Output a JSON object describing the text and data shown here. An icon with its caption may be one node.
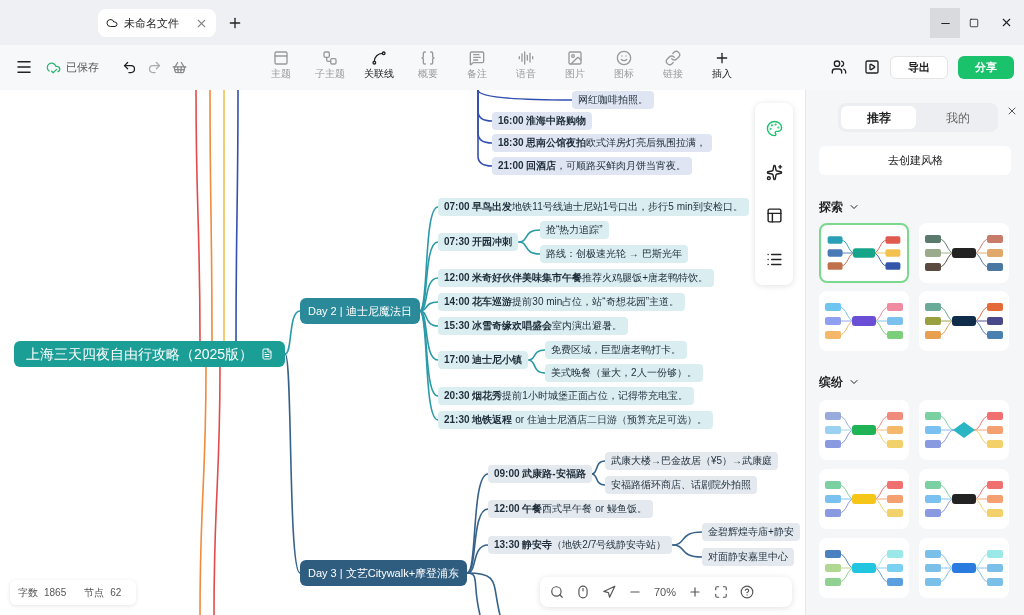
{
  "diagram": {
    "nodes": [
      {
        "text": [
          "上海三天四夜自由行攻略（2025版）"
        ]
      },
      {
        "text": [
          "Day 2 | 迪士尼魔法日"
        ]
      },
      {
        "text": [
          "**07:00 早鸟出发**地铁11号线迪士尼站1号口出，步行5 min到安检口。"
        ]
      },
      {
        "text": [
          "07:30 开园冲刺"
        ]
      },
      {
        "text": [
          "抢“热力追踪”"
        ]
      },
      {
        "text": [
          "路线：创极速光轮 → 巴斯光年"
        ]
      },
      {
        "text": [
          "**12:00 米奇好伙伴美味集市午餐**推荐火鸡腿饭+唐老鸭特饮。"
        ]
      },
      {
        "text": [
          "**14:00 花车巡游**提前30 min占位，站“奇想花园”主道。"
        ]
      },
      {
        "text": [
          "**15:30 冰雪奇缘欢唱盛会**室内演出避暑。"
        ]
      },
      {
        "text": [
          "17:00 迪士尼小镇"
        ]
      },
      {
        "text": [
          "免费区域，巨型唐老鸭打卡。"
        ]
      },
      {
        "text": [
          "美式晚餐（量大，2人一份够）。"
        ]
      },
      {
        "text": [
          "**20:30 烟花秀**提前1小时城堡正面占位，记得带充电宝。"
        ]
      },
      {
        "text": [
          "**21:30 地铁返程** or 住迪士尼酒店二日游（预算充足可选）。"
        ]
      },
      {
        "text": [
          "Day 3 | 文艺Citywalk+摩登浦东"
        ]
      },
      {
        "text": [
          "09:00 武康路-安福路"
        ]
      },
      {
        "text": [
          "武康大楼→巴金故居（¥5）→武康庭"
        ]
      },
      {
        "text": [
          "安福路循环商店、话剧院外拍照"
        ]
      },
      {
        "text": [
          "**12:00 午餐**西式早午餐 or 鳗鱼饭。"
        ]
      },
      {
        "text": [
          "**13:30 静安寺**（地铁2/7号线静安寺站）"
        ]
      },
      {
        "text": [
          "金碧辉煌寺庙+静安"
        ]
      },
      {
        "text": [
          "对面静安嘉里中心"
        ]
      },
      {
        "text": [
          "网红咖啡拍照。"
        ]
      },
      {
        "text": [
          "16:00 淮海中路购物"
        ]
      },
      {
        "text": [
          "**18:30 思南公馆夜拍**欧式洋房灯亮后氛围拉满，"
        ]
      },
      {
        "text": [
          "**21:00 回酒店**，可顺路买鲜肉月饼当宵夜。"
        ]
      }
    ],
    "edges": [
      {
        "from": 0,
        "to": 1,
        "arrow": "none",
        "color": "#2a9aa8"
      },
      {
        "from": 1,
        "to": 2,
        "arrow": "none",
        "color": "#2a9aa8"
      },
      {
        "from": 1,
        "to": 3,
        "arrow": "none",
        "color": "#2a9aa8"
      },
      {
        "from": 3,
        "to": 4,
        "arrow": "none",
        "color": "#2a9aa8"
      },
      {
        "from": 3,
        "to": 5,
        "arrow": "none",
        "color": "#2a9aa8"
      },
      {
        "from": 1,
        "to": 6,
        "arrow": "none",
        "color": "#2a9aa8"
      },
      {
        "from": 1,
        "to": 7,
        "arrow": "none",
        "color": "#2a9aa8"
      },
      {
        "from": 1,
        "to": 8,
        "arrow": "none",
        "color": "#2a9aa8"
      },
      {
        "from": 1,
        "to": 9,
        "arrow": "none",
        "color": "#2a9aa8"
      },
      {
        "from": 9,
        "to": 10,
        "arrow": "none",
        "color": "#2a9aa8"
      },
      {
        "from": 9,
        "to": 11,
        "arrow": "none",
        "color": "#2a9aa8"
      },
      {
        "from": 1,
        "to": 12,
        "arrow": "none",
        "color": "#2a9aa8"
      },
      {
        "from": 1,
        "to": 13,
        "arrow": "none",
        "color": "#2a9aa8"
      },
      {
        "from": 0,
        "to": 14,
        "arrow": "none",
        "color": "#36628a"
      },
      {
        "from": 14,
        "to": 15,
        "arrow": "none",
        "color": "#36628a"
      },
      {
        "from": 15,
        "to": 16,
        "arrow": "none",
        "color": "#36628a"
      },
      {
        "from": 15,
        "to": 17,
        "arrow": "none",
        "color": "#36628a"
      },
      {
        "from": 14,
        "to": 18,
        "arrow": "none",
        "color": "#36628a"
      },
      {
        "from": 14,
        "to": 19,
        "arrow": "none",
        "color": "#36628a"
      },
      {
        "from": 19,
        "to": 20,
        "arrow": "none",
        "color": "#36628a"
      },
      {
        "from": 19,
        "to": 21,
        "arrow": "none",
        "color": "#36628a"
      },
      {
        "from": 14,
        "to": null,
        "arrow": "none",
        "color": "#36628a"
      },
      {
        "from": 14,
        "to": null,
        "arrow": "none",
        "color": "#36628a"
      },
      {
        "from": null,
        "to": 22,
        "arrow": "none",
        "color": "#3350b0"
      },
      {
        "from": null,
        "to": 23,
        "arrow": "none",
        "color": "#3350b0"
      },
      {
        "from": null,
        "to": 24,
        "arrow": "none",
        "color": "#3350b0"
      },
      {
        "from": null,
        "to": 25,
        "arrow": "none",
        "color": "#3350b0"
      },
      {
        "from": 0,
        "to": null,
        "arrow": "none",
        "color": "#e24b4b"
      },
      {
        "from": 0,
        "to": null,
        "arrow": "none",
        "color": "#f08a3c"
      },
      {
        "from": 0,
        "to": null,
        "arrow": "none",
        "color": "#f2c14e"
      },
      {
        "from": 0,
        "to": null,
        "arrow": "none",
        "color": "#3350b0"
      },
      {
        "from": 0,
        "to": null,
        "arrow": "none",
        "color": "#f08a3c"
      },
      {
        "from": 0,
        "to": null,
        "arrow": "none",
        "color": "#e24b4b"
      }
    ],
    "labels": [
      "未命名文件",
      "已保存",
      "主题",
      "子主题",
      "关联线",
      "概要",
      "备注",
      "语音",
      "图片",
      "图标",
      "链接",
      "插入",
      "导出",
      "分享",
      "推荐",
      "我的",
      "去创建风格",
      "探索",
      "缤纷",
      "70%",
      "字数",
      "1865",
      "节点",
      "62"
    ]
  }
}
